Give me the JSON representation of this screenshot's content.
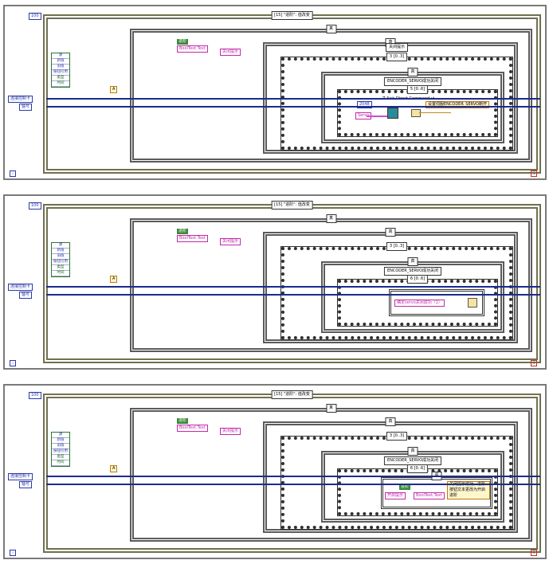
{
  "common": {
    "const_100": "100",
    "case_selector": "[15] \"进阶\": 值改变",
    "true_label": "真",
    "local_var": "进阶",
    "bool_text": "BoolText.Text",
    "close_prompt_label": "关闭提示",
    "close_prompt_case": "关闭提示",
    "case_0_3": "3 [0..3]",
    "encoder_servo": "ENCODER_SERVO成功关闭",
    "enum_items": [
      "源",
      "新值",
      "旧值",
      "按钮引用",
      "类型",
      "时间"
    ],
    "ctrl_device": "连接控制卡",
    "ctrl_ref": "轴号",
    "compare_a": "A",
    "iter_label": "i",
    "stop_label": "S"
  },
  "panels": [
    {
      "case_index": "5 [0..6]",
      "const_2048": "2048",
      "vi_name": "Z Axis Direct Command.vi",
      "servo_label": "Servo",
      "message": "设置伺服ENCODER_SERVO断开",
      "status": "断开"
    },
    {
      "case_index": "6 [0..6]",
      "message": "确定servo关闭成功（1）"
    },
    {
      "case_index": "6 [0..6]",
      "open_prompt": "开启提示",
      "inner_case": "假",
      "message": "关闭提示成功，进阶按钮文本更改为开启进阶"
    }
  ]
}
